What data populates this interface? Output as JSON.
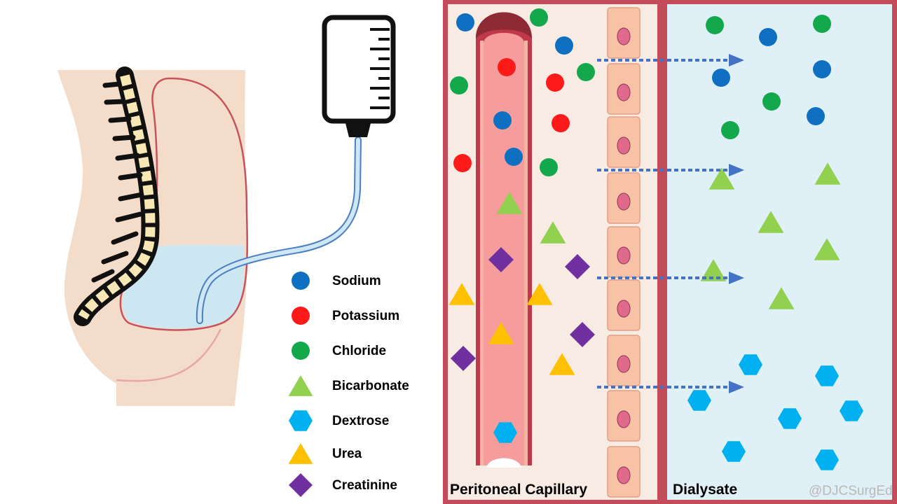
{
  "legend": [
    {
      "key": "sodium",
      "label": "Sodium",
      "shape": "circle",
      "color": "#0f6fc0"
    },
    {
      "key": "potassium",
      "label": "Potassium",
      "shape": "circle",
      "color": "#ff1a1a"
    },
    {
      "key": "chloride",
      "label": "Chloride",
      "shape": "circle",
      "color": "#12a84b"
    },
    {
      "key": "bicarbonate",
      "label": "Bicarbonate",
      "shape": "triangle",
      "color": "#92d050"
    },
    {
      "key": "dextrose",
      "label": "Dextrose",
      "shape": "hexagon",
      "color": "#00b0f0"
    },
    {
      "key": "urea",
      "label": "Urea",
      "shape": "triangle",
      "color": "#ffc000"
    },
    {
      "key": "creatinine",
      "label": "Creatinine",
      "shape": "diamond",
      "color": "#7030a0"
    }
  ],
  "panels": {
    "capillary_label": "Peritoneal Capillary",
    "dialysate_label": "Dialysate"
  },
  "watermark": "@DJCSurgEd",
  "colors": {
    "frame": "#c44b5a",
    "capillary_bg": "#f7ebe4",
    "dialysate_bg": "#dff0f7",
    "vessel_wall": "#c0394a",
    "vessel_lumen": "#f79c9c",
    "vessel_cap": "#8e2a33",
    "mesothelial_cell": "#f8c2a6",
    "cell_nucleus": "#e06a8c",
    "diffusion_arrow": "#4472c4",
    "body": "#f4dcca",
    "dialysate_fluid": "#cde7f2",
    "vertebra": "#f6e7b4"
  }
}
